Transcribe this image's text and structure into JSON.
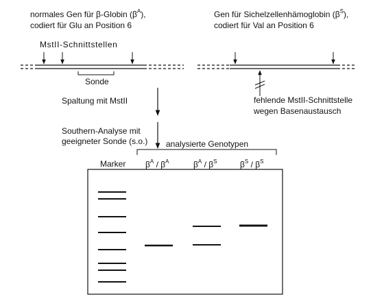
{
  "left_gene": {
    "line1_pre": "normales Gen für β-Globin (β",
    "line1_sup": "A",
    "line1_post": "),",
    "line2": "codiert für Glu an Position 6",
    "sites_label": "MstII-Schnittstellen",
    "probe_label": "Sonde"
  },
  "right_gene": {
    "line1_pre": "Gen für Sichelzellenhämoglobin (β",
    "line1_sup": "S",
    "line1_post": "),",
    "line2": "codiert für Val an Position 6",
    "missing_line1": "fehlende MstII-Schnittstelle",
    "missing_line2": "wegen Basenaustausch"
  },
  "steps": {
    "digest": "Spaltung mit MstII",
    "southern_line1": "Southern-Analyse mit",
    "southern_line2": "geeigneter Sonde (s.o.)"
  },
  "gel": {
    "genotypes_title": "analysierte Genotypen",
    "marker_label": "Marker",
    "lanes": [
      {
        "a": "β",
        "a_sup": "A",
        "sep": " / ",
        "b": "β",
        "b_sup": "A"
      },
      {
        "a": "β",
        "a_sup": "A",
        "sep": " / ",
        "b": "β",
        "b_sup": "S"
      },
      {
        "a": "β",
        "a_sup": "S",
        "sep": " / ",
        "b": "β",
        "b_sup": "S"
      }
    ]
  }
}
